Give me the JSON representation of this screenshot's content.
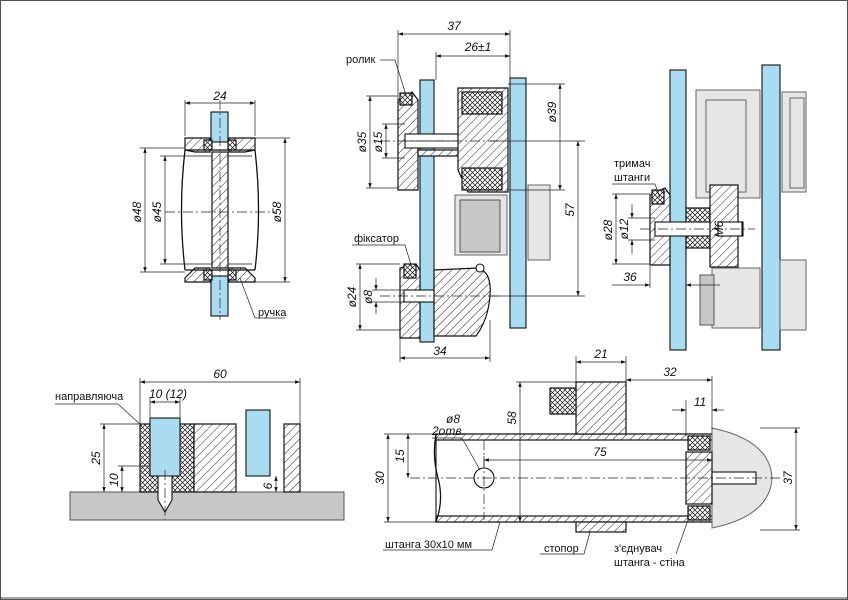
{
  "labels": {
    "rolik": "ролик",
    "fiksator": "фіксатор",
    "ruchka": "ручка",
    "trymach": "тримач",
    "shtangy": "штанги",
    "napravliaiucha": "направляюча",
    "shtanga": "штанга  30х10 мм",
    "stopor": "стопор",
    "ziednuvach": "з'єднувач",
    "shtanga_stina": "штанга - стіна",
    "holes": "2отв."
  },
  "dimensions": {
    "d24_top": "24",
    "d48": "ø48",
    "d45": "ø45",
    "d58": "ø58",
    "d37_top": "37",
    "d26": "26±1",
    "d35": "ø35",
    "d15": "ø15",
    "d39": "ø39",
    "d57": "57",
    "d24_left": "ø24",
    "d8_left": "ø8",
    "d34": "34",
    "d28": "ø28",
    "d12": "ø12",
    "m6": "M6",
    "d36": "36",
    "d60": "60",
    "d10_12": "10 (12)",
    "d25": "25",
    "d10": "10",
    "d6": "6",
    "d21": "21",
    "d32": "32",
    "d58_vert": "58",
    "d8_hole": "ø8",
    "d11": "11",
    "d75": "75",
    "d30": "30",
    "d15_vert": "15",
    "d37_right": "37"
  }
}
